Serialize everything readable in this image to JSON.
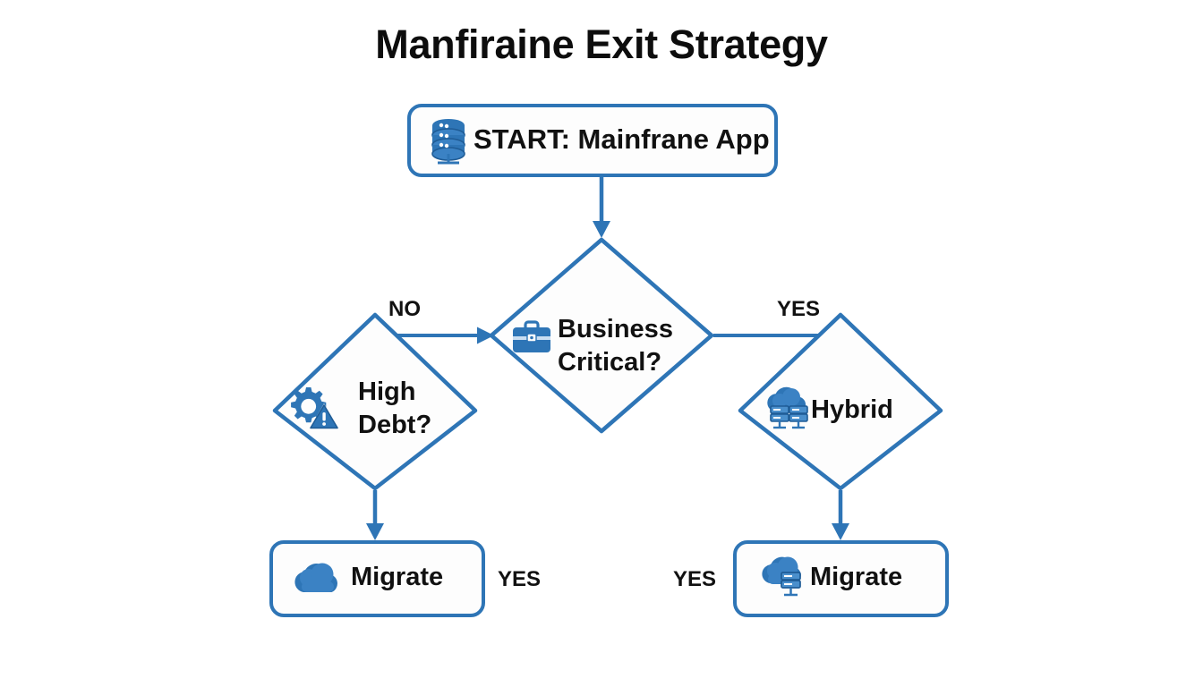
{
  "diagram": {
    "title": "Manfiraine Exit Strategy",
    "background_color": "#ffffff",
    "title_color": "#0d0d0d",
    "edge_color": "#2E75B6",
    "node_border_color": "#2E75B6",
    "node_fill_color": "#FDFDFD",
    "icon_color_primary": "#2E75B6",
    "icon_color_dark": "#1F5C96"
  },
  "nodes": [
    {
      "id": "start",
      "shape": "rounded-rect",
      "label": "START: Mainfrane App",
      "icon": "database-stack-icon"
    },
    {
      "id": "business_critical",
      "shape": "diamond",
      "label": "Business\nCritical?",
      "icon": "briefcase-icon"
    },
    {
      "id": "high_debt",
      "shape": "diamond",
      "label": "High\nDebt?",
      "icon": "gear-warning-icon"
    },
    {
      "id": "hybrid",
      "shape": "diamond",
      "label": "Hybrid",
      "icon": "cloud-servers-icon"
    },
    {
      "id": "migrate_left",
      "shape": "rounded-rect",
      "label": "Migrate",
      "icon": "cloud-icon"
    },
    {
      "id": "migrate_right",
      "shape": "rounded-rect",
      "label": "Migrate",
      "icon": "cloud-server-icon"
    }
  ],
  "edges": [
    {
      "id": "start_to_business",
      "from": "start",
      "to": "business_critical",
      "label": "",
      "arrowhead": true
    },
    {
      "id": "debt_to_business",
      "from": "high_debt",
      "to": "business_critical",
      "label": "NO",
      "arrowhead": true
    },
    {
      "id": "business_to_hybrid",
      "from": "business_critical",
      "to": "hybrid",
      "label": "YES",
      "arrowhead": false
    },
    {
      "id": "debt_to_migrate_left",
      "from": "high_debt",
      "to": "migrate_left",
      "label": "",
      "arrowhead": true
    },
    {
      "id": "hybrid_to_migrate_right",
      "from": "hybrid",
      "to": "migrate_right",
      "label": "",
      "arrowhead": true
    }
  ],
  "loose_labels": [
    {
      "id": "yes_left",
      "text": "YES"
    },
    {
      "id": "yes_right",
      "text": "YES"
    }
  ]
}
